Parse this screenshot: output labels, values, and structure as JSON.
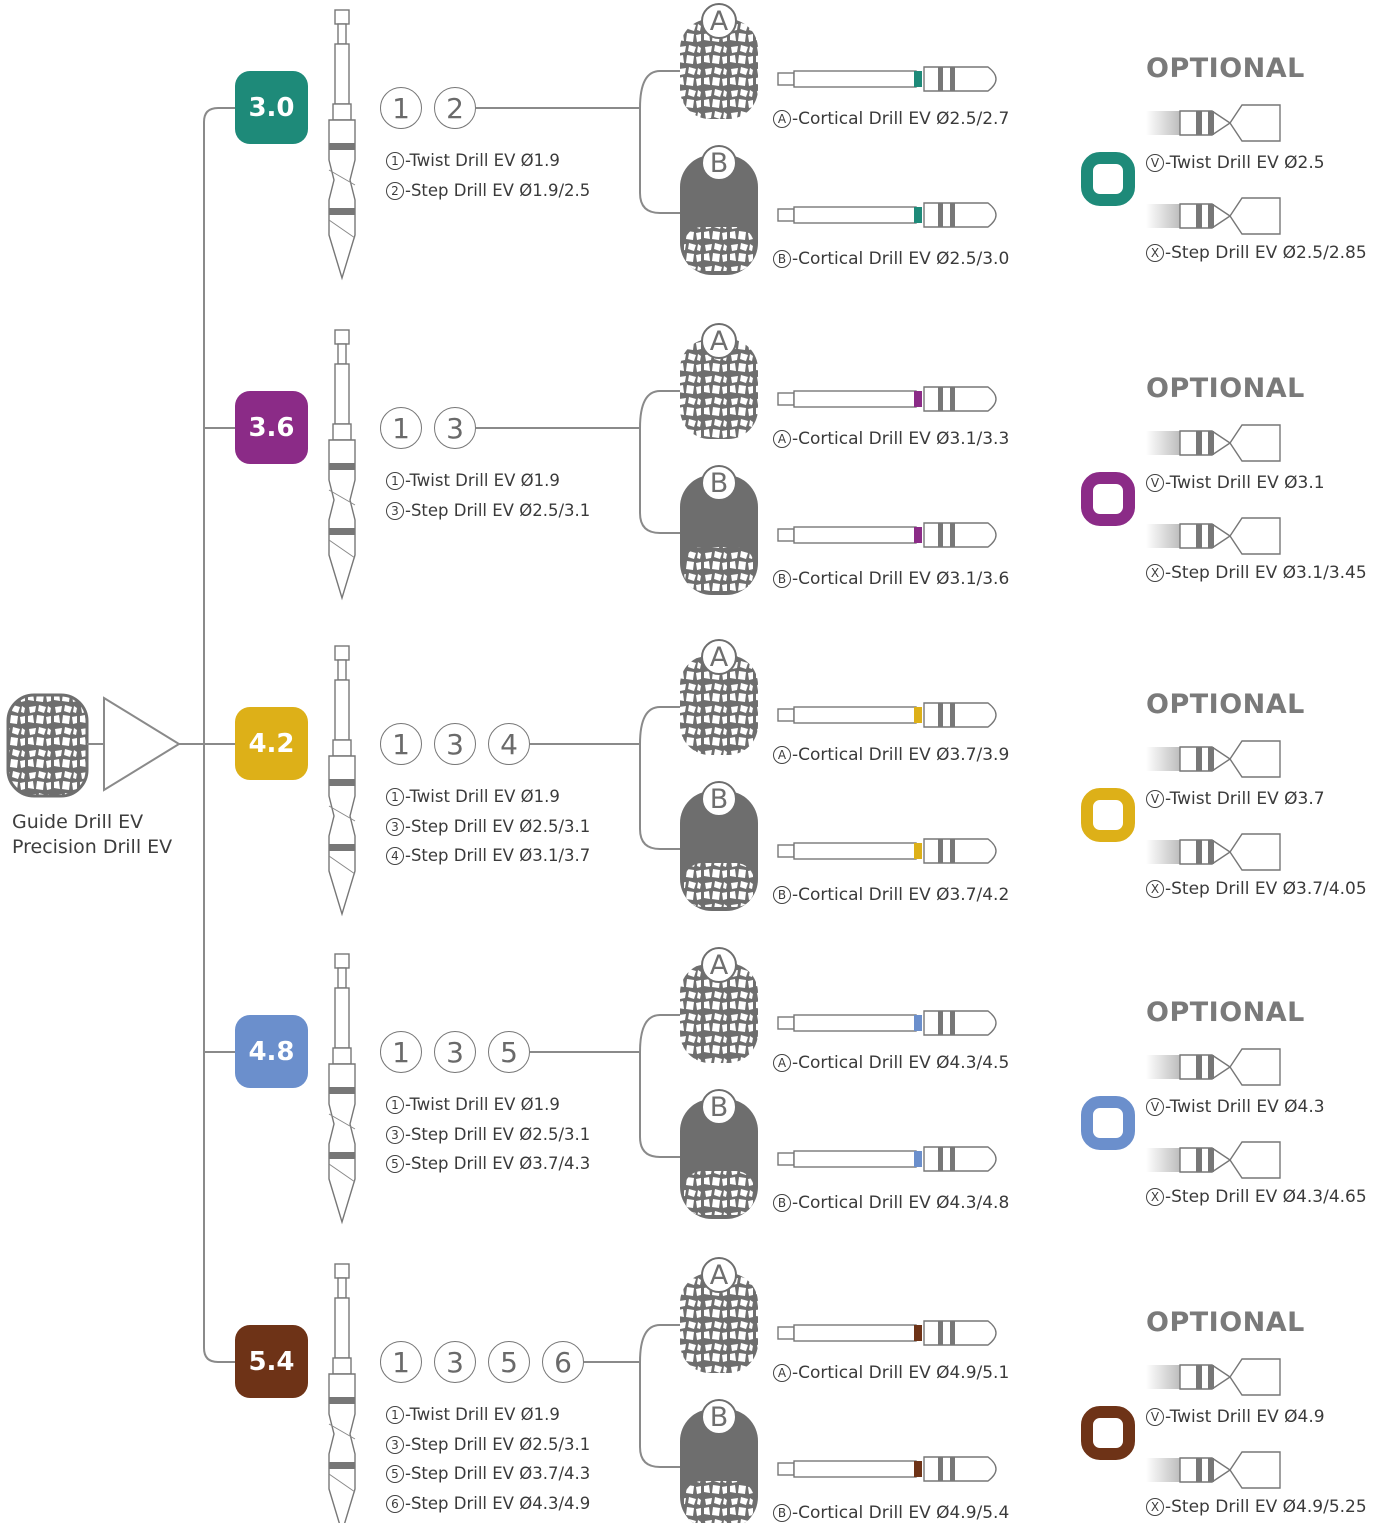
{
  "guide": {
    "line1": "Guide Drill EV",
    "line2": "Precision Drill EV"
  },
  "rows": [
    {
      "size": "3.0",
      "color": "#1e8a79",
      "sequence": [
        "1",
        "2"
      ],
      "drills": [
        {
          "num": "1",
          "text": "-Twist Drill EV Ø1.9"
        },
        {
          "num": "2",
          "text": "-Step Drill EV Ø1.9/2.5"
        }
      ],
      "bone_a_letter": "A",
      "bone_b_letter": "B",
      "cortical_a": {
        "letter": "A",
        "text": "-Cortical Drill EV Ø2.5/2.7"
      },
      "cortical_b": {
        "letter": "B",
        "text": "-Cortical Drill EV Ø2.5/3.0"
      },
      "optional_title": "OPTIONAL",
      "optional_v": {
        "letter": "V",
        "text": "-Twist Drill EV Ø2.5"
      },
      "optional_x": {
        "letter": "X",
        "text": "-Step Drill EV Ø2.5/2.85"
      }
    },
    {
      "size": "3.6",
      "color": "#8b2b87",
      "sequence": [
        "1",
        "3"
      ],
      "drills": [
        {
          "num": "1",
          "text": "-Twist Drill EV Ø1.9"
        },
        {
          "num": "3",
          "text": "-Step Drill EV Ø2.5/3.1"
        }
      ],
      "bone_a_letter": "A",
      "bone_b_letter": "B",
      "cortical_a": {
        "letter": "A",
        "text": "-Cortical Drill EV Ø3.1/3.3"
      },
      "cortical_b": {
        "letter": "B",
        "text": "-Cortical Drill EV Ø3.1/3.6"
      },
      "optional_title": "OPTIONAL",
      "optional_v": {
        "letter": "V",
        "text": "-Twist Drill EV Ø3.1"
      },
      "optional_x": {
        "letter": "X",
        "text": "-Step Drill EV Ø3.1/3.45"
      }
    },
    {
      "size": "4.2",
      "color": "#ddb018",
      "sequence": [
        "1",
        "3",
        "4"
      ],
      "drills": [
        {
          "num": "1",
          "text": "-Twist Drill EV Ø1.9"
        },
        {
          "num": "3",
          "text": "-Step Drill EV Ø2.5/3.1"
        },
        {
          "num": "4",
          "text": "-Step Drill EV Ø3.1/3.7"
        }
      ],
      "bone_a_letter": "A",
      "bone_b_letter": "B",
      "cortical_a": {
        "letter": "A",
        "text": "-Cortical Drill EV Ø3.7/3.9"
      },
      "cortical_b": {
        "letter": "B",
        "text": "-Cortical Drill EV Ø3.7/4.2"
      },
      "optional_title": "OPTIONAL",
      "optional_v": {
        "letter": "V",
        "text": "-Twist Drill EV Ø3.7"
      },
      "optional_x": {
        "letter": "X",
        "text": "-Step Drill EV Ø3.7/4.05"
      }
    },
    {
      "size": "4.8",
      "color": "#6b8fcc",
      "sequence": [
        "1",
        "3",
        "5"
      ],
      "drills": [
        {
          "num": "1",
          "text": "-Twist Drill EV Ø1.9"
        },
        {
          "num": "3",
          "text": "-Step Drill EV Ø2.5/3.1"
        },
        {
          "num": "5",
          "text": "-Step Drill EV Ø3.7/4.3"
        }
      ],
      "bone_a_letter": "A",
      "bone_b_letter": "B",
      "cortical_a": {
        "letter": "A",
        "text": "-Cortical Drill EV Ø4.3/4.5"
      },
      "cortical_b": {
        "letter": "B",
        "text": "-Cortical Drill EV Ø4.3/4.8"
      },
      "optional_title": "OPTIONAL",
      "optional_v": {
        "letter": "V",
        "text": "-Twist Drill EV Ø4.3"
      },
      "optional_x": {
        "letter": "X",
        "text": "-Step Drill EV Ø4.3/4.65"
      }
    },
    {
      "size": "5.4",
      "color": "#6e3317",
      "sequence": [
        "1",
        "3",
        "5",
        "6"
      ],
      "drills": [
        {
          "num": "1",
          "text": "-Twist Drill EV Ø1.9"
        },
        {
          "num": "3",
          "text": "-Step Drill EV Ø2.5/3.1"
        },
        {
          "num": "5",
          "text": "-Step Drill EV Ø3.7/4.3"
        },
        {
          "num": "6",
          "text": "-Step Drill EV Ø4.3/4.9"
        }
      ],
      "bone_a_letter": "A",
      "bone_b_letter": "B",
      "cortical_a": {
        "letter": "A",
        "text": "-Cortical Drill EV Ø4.9/5.1"
      },
      "cortical_b": {
        "letter": "B",
        "text": "-Cortical Drill EV Ø4.9/5.4"
      },
      "optional_title": "OPTIONAL",
      "optional_v": {
        "letter": "V",
        "text": "-Twist Drill EV Ø4.9"
      },
      "optional_x": {
        "letter": "X",
        "text": "-Step Drill EV Ø4.9/5.25"
      }
    }
  ]
}
